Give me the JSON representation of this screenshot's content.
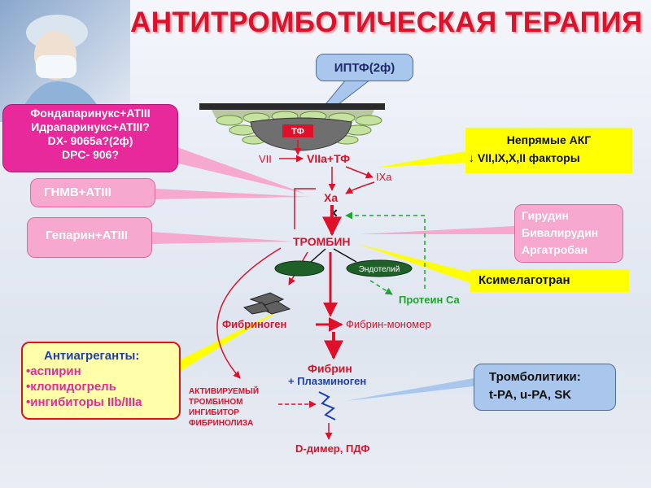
{
  "title": "АНТИТРОМБОТИЧЕСКАЯ ТЕРАПИЯ",
  "callouts": {
    "iptf": "ИПТФ(2ф)",
    "indirect_title": "Непрямые АКГ",
    "indirect_factors": "↓ VII,IX,X,II факторы",
    "direct_inhibitors": [
      "Гирудин",
      "Бивалирудин",
      "Аргатробан"
    ],
    "ximelagatran": "Ксимелаготран",
    "thrombolytics_title": "Тромболитики:",
    "thrombolytics_list": "t-PA, u-PA, SK",
    "fonda": [
      "Фондапаринукс+ATIII",
      "Идрапаринукс+ATIII?",
      "DX- 9065a?(2ф)",
      "DPC- 906?"
    ],
    "lmwh": "ГНМВ+ATIII",
    "heparin": "Гепарин+ATIII",
    "antiplatelet_title": "Антиагреганты:",
    "antiplatelet_items": [
      "аспирин",
      "клопидогрель",
      "ингибиторы IIb/IIIa"
    ]
  },
  "cascade": {
    "tf": "ТФ",
    "vii": "VII",
    "viia_tf": "VIIa+ТФ",
    "ixa": "IXa",
    "xa": "Xa",
    "block_mark": "✕",
    "thrombin": "ТРОМБИН",
    "endothelium": "Эндотелий",
    "protein_ca": "Протеин Са",
    "fibrinogen": "Фибриноген",
    "fibrin_monomer": "Фибрин-мономер",
    "fibrin": "Фибрин",
    "plasminogen": "+ Плазминоген",
    "tafi": [
      "АКТИВИРУЕМЫЙ",
      "ТРОМБИНОМ",
      "ИНГИБИТОР",
      "ФИБРИНОЛИЗА"
    ],
    "ddimer": "D-димер, ПДФ"
  },
  "colors": {
    "title": "#e0102a",
    "pink_callout": "#f7a8cf",
    "magenta_callout": "#e8299b",
    "yellow_callout": "#ffff00",
    "blue_callout": "#a9c7ec",
    "cascade_red": "#e0102a",
    "protein_green": "#1aa62a"
  }
}
